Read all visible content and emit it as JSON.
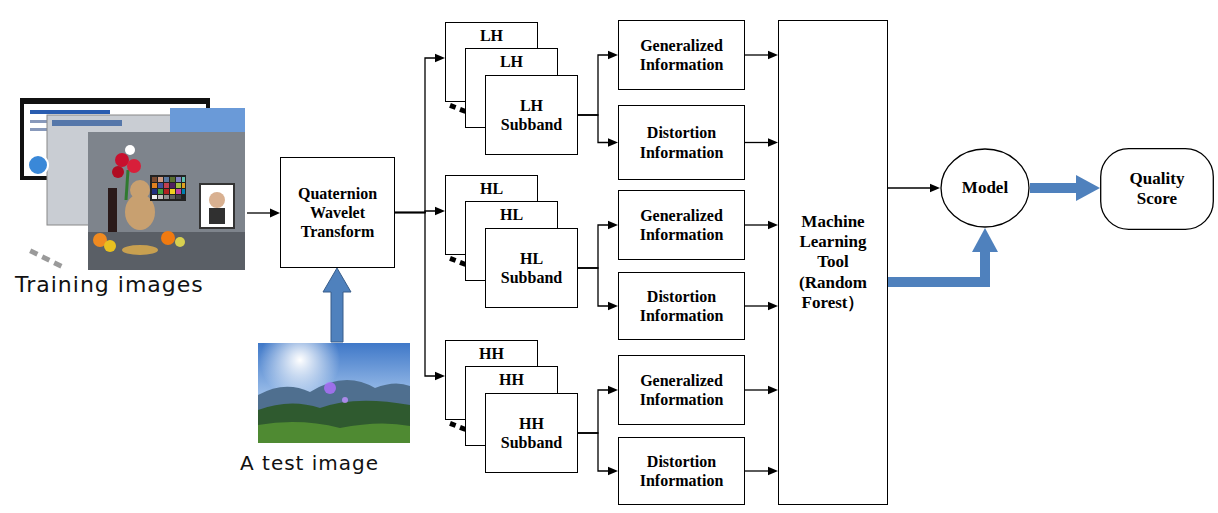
{
  "diagram": {
    "nodes": [
      {
        "text": [
          "Quaternion Wavelet Transform"
        ]
      },
      {
        "text": [
          "LH"
        ]
      },
      {
        "text": [
          "LH"
        ]
      },
      {
        "text": [
          "LH Subband"
        ]
      },
      {
        "text": [
          "HL"
        ]
      },
      {
        "text": [
          "HL"
        ]
      },
      {
        "text": [
          "HL Subband"
        ]
      },
      {
        "text": [
          "HH"
        ]
      },
      {
        "text": [
          "HH"
        ]
      },
      {
        "text": [
          "HH Subband"
        ]
      },
      {
        "text": [
          "Generalized Information"
        ]
      },
      {
        "text": [
          "Distortion Information"
        ]
      },
      {
        "text": [
          "Generalized Information"
        ]
      },
      {
        "text": [
          "Distortion Information"
        ]
      },
      {
        "text": [
          "Generalized Information"
        ]
      },
      {
        "text": [
          "Distortion Information"
        ]
      },
      {
        "text": [
          "Machine Learning Tool (Random Forest）"
        ]
      },
      {
        "text": [
          "Model"
        ]
      },
      {
        "text": [
          "Quality Score"
        ]
      }
    ],
    "edges": [
      {
        "from": 0,
        "to": 1,
        "arrow": "to"
      },
      {
        "from": 0,
        "to": 4,
        "arrow": "to"
      },
      {
        "from": 0,
        "to": 7,
        "arrow": "to"
      },
      {
        "from": 3,
        "to": 10,
        "arrow": "to"
      },
      {
        "from": 3,
        "to": 11,
        "arrow": "to"
      },
      {
        "from": 6,
        "to": 12,
        "arrow": "to"
      },
      {
        "from": 6,
        "to": 13,
        "arrow": "to"
      },
      {
        "from": 9,
        "to": 14,
        "arrow": "to"
      },
      {
        "from": 9,
        "to": 15,
        "arrow": "to"
      },
      {
        "from": 10,
        "to": 16,
        "arrow": "to"
      },
      {
        "from": 11,
        "to": 16,
        "arrow": "to"
      },
      {
        "from": 12,
        "to": 16,
        "arrow": "to"
      },
      {
        "from": 13,
        "to": 16,
        "arrow": "to"
      },
      {
        "from": 14,
        "to": 16,
        "arrow": "to"
      },
      {
        "from": 15,
        "to": 16,
        "arrow": "to"
      },
      {
        "from": 16,
        "to": 17,
        "arrow": "to"
      },
      {
        "from": 16,
        "to": 17,
        "arrow": "to"
      },
      {
        "from": 17,
        "to": 18,
        "arrow": "to"
      }
    ],
    "labels": [
      "Training images",
      "A test image"
    ]
  }
}
